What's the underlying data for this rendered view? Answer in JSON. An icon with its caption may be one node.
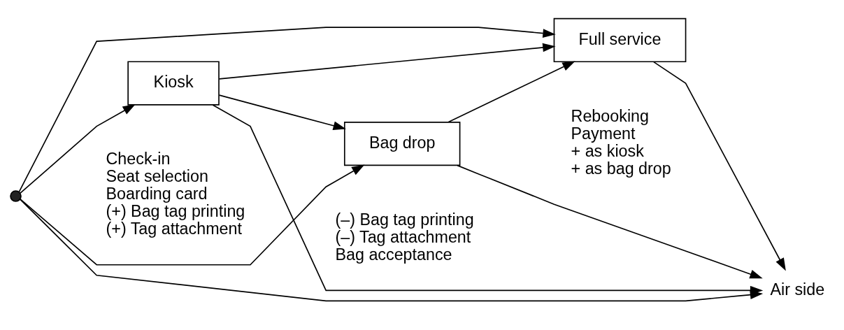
{
  "diagram": {
    "nodes": [
      {
        "text": [],
        "shape": "circle"
      },
      {
        "text": [
          "Kiosk"
        ],
        "beside": [
          "Check-in",
          "Seat selection",
          "Boarding card",
          "(+) Bag tag printing",
          "(+) Tag attachment"
        ]
      },
      {
        "text": [
          "Bag drop"
        ],
        "beside": [
          "(–) Bag tag printing",
          "(–) Tag attachment",
          "Bag acceptance"
        ]
      },
      {
        "text": [
          "Full service"
        ],
        "beside": [
          "Rebooking",
          "Payment",
          "+ as kiosk",
          "+ as bag drop"
        ]
      },
      {
        "text": [
          "Air side"
        ]
      }
    ],
    "edges": [
      {
        "from": 0,
        "to": 1,
        "arrow": "to"
      },
      {
        "from": 0,
        "to": 4,
        "arrow": "to"
      },
      {
        "from": 0,
        "to": 2,
        "arrow": "to"
      },
      {
        "from": 0,
        "to": 3,
        "arrow": "to"
      },
      {
        "from": 1,
        "to": 4,
        "arrow": "to"
      },
      {
        "from": 1,
        "to": 2,
        "arrow": "to"
      },
      {
        "from": 1,
        "to": 3,
        "arrow": "to"
      },
      {
        "from": 2,
        "to": 4,
        "arrow": "to"
      },
      {
        "from": 2,
        "to": 3,
        "arrow": "to"
      },
      {
        "from": 3,
        "to": 4,
        "arrow": "to"
      }
    ]
  }
}
